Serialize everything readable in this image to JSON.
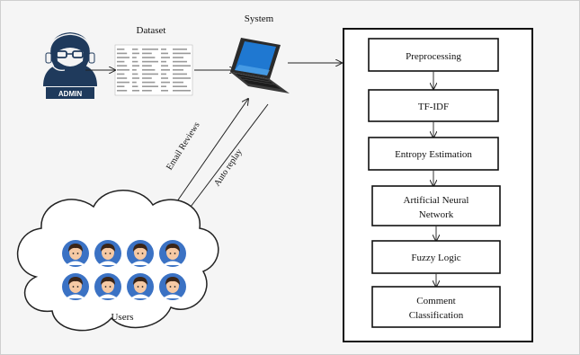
{
  "labels": {
    "dataset": "Dataset",
    "system": "System",
    "admin_badge": "ADMIN",
    "email_reviews": "Email Reviews",
    "auto_replay": "Auto replay",
    "users": "Users"
  },
  "pipeline": {
    "steps": [
      {
        "line1": "Preprocessing",
        "line2": ""
      },
      {
        "line1": "TF-IDF",
        "line2": ""
      },
      {
        "line1": "Entropy Estimation",
        "line2": ""
      },
      {
        "line1": "Artificial  Neural",
        "line2": "Network"
      },
      {
        "line1": "Fuzzy Logic",
        "line2": ""
      },
      {
        "line1": "Comment",
        "line2": "Classification"
      }
    ]
  },
  "users_count": 8,
  "colors": {
    "admin_icon": "#1f3a5c",
    "user_avatar_bg": "#3b72c4",
    "user_skin": "#f6c9a4",
    "user_hair": "#3a2518",
    "laptop_body": "#2b2b2b",
    "laptop_screen": "#1f78d1"
  }
}
